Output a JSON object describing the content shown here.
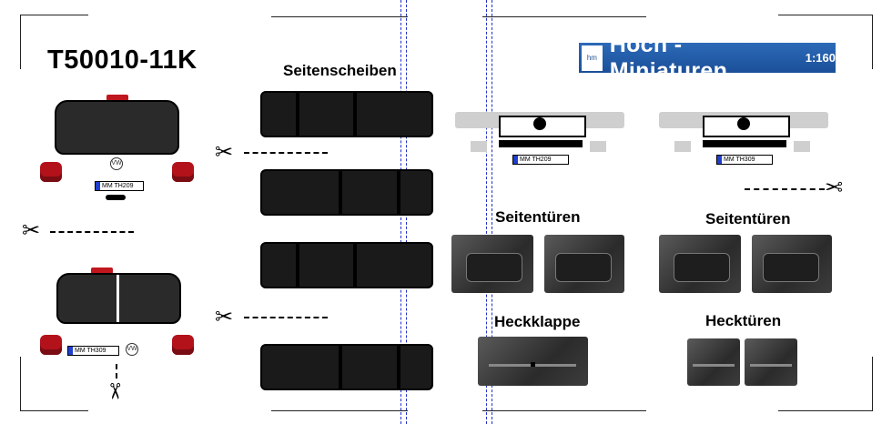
{
  "sheet": {
    "code": "T50010-11K",
    "brand": {
      "name": "Hoch - Miniaturen",
      "scale": "1:160"
    },
    "labels": {
      "side_windows": "Seitenscheiben",
      "side_doors_1": "Seitentüren",
      "side_doors_2": "Seitentüren",
      "tailgate": "Heckklappe",
      "rear_doors": "Hecktüren"
    },
    "plates": {
      "rear_1": "MM TH209",
      "rear_2": "MM TH309",
      "front_1": "MM TH209",
      "front_2": "MM TH309"
    },
    "colors": {
      "brand_blue": "#1b4f98",
      "taillight_red": "#b3121b",
      "glass": "#1a1a1a",
      "guide_line": "#2330c8"
    },
    "icons": [
      "scissors-icon",
      "vw-logo-icon"
    ]
  }
}
